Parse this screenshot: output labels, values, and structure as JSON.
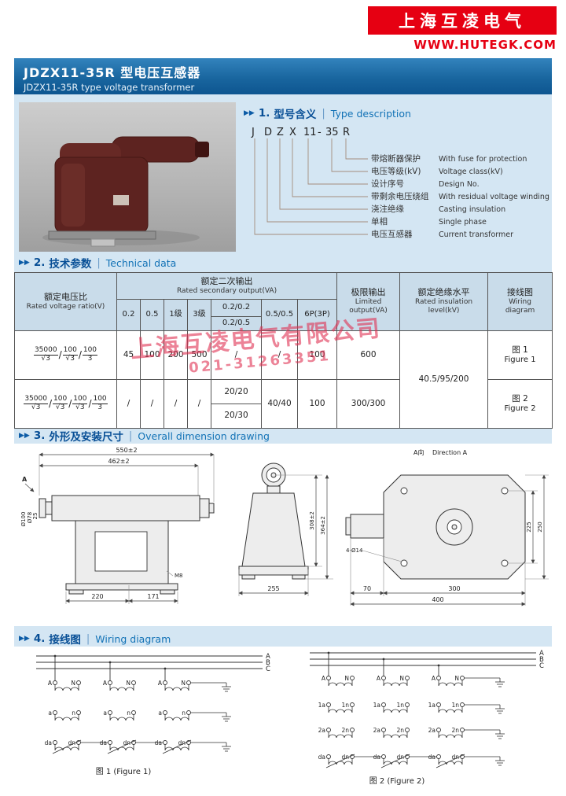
{
  "symbols": {
    "pipe": "|",
    "slash": "/",
    "section_marker": "▶▶"
  },
  "header": {
    "logo": "上海互凌电气",
    "website": "WWW.HUTEGK.COM"
  },
  "titlebar": {
    "zh": "JDZX11-35R 型电压互感器",
    "en": "JDZX11-35R type voltage transformer"
  },
  "watermark": {
    "line1": "上海互凌电气有限公司",
    "line2": "021-31263351"
  },
  "section1": {
    "num": "1.",
    "zh": "型号含义",
    "en": "Type description",
    "model": {
      "j": "J",
      "d": "D",
      "z": "Z",
      "x": "X",
      "n11": "11",
      "dash": "-",
      "n35": "35",
      "r": "R"
    },
    "items": [
      {
        "zh": "带熔断器保护",
        "en": "With fuse for protection"
      },
      {
        "zh": "电压等级(kV)",
        "en": "Voltage class(kV)"
      },
      {
        "zh": "设计序号",
        "en": "Design No."
      },
      {
        "zh": "带剩余电压绕组",
        "en": "With residual voltage winding"
      },
      {
        "zh": "浇注绝缘",
        "en": "Casting insulation"
      },
      {
        "zh": "单相",
        "en": "Single phase"
      },
      {
        "zh": "电压互感器",
        "en": "Current transformer"
      }
    ]
  },
  "section2": {
    "num": "2.",
    "zh": "技术参数",
    "en": "Technical data",
    "table": {
      "ratio_header": {
        "zh": "额定电压比",
        "en": "Rated voltage ratio(V)"
      },
      "secondary_header": {
        "zh": "额定二次输出",
        "en": "Rated secondary output(VA)"
      },
      "class_cols": [
        "0.2",
        "0.5",
        "1级",
        "3级"
      ],
      "split_col": {
        "top": "0.2/0.2",
        "bottom": "0.2/0.5"
      },
      "col_0505": "0.5/0.5",
      "col_6p": "6P(3P)",
      "limited_header": {
        "zh": "极限输出",
        "en1": "Limited",
        "en2": "output(VA)"
      },
      "insulation_header": {
        "zh": "额定绝缘水平",
        "en1": "Rated insulation",
        "en2": "level(kV)"
      },
      "wiring_header": {
        "zh": "接线图",
        "en1": "Wiring",
        "en2": "diagram"
      },
      "row1": {
        "ratio": [
          {
            "n": "35000",
            "d": "√3"
          },
          {
            "n": "100",
            "d": "√3"
          },
          {
            "n": "100",
            "d": "3"
          }
        ],
        "v02": "45",
        "v05": "100",
        "v1": "200",
        "v3": "500",
        "vsplit": "/",
        "v0505": "/",
        "v6p": "100",
        "limited": "600",
        "wiring_zh": "图 1",
        "wiring_en": "Figure 1"
      },
      "row2": {
        "ratio": [
          {
            "n": "35000",
            "d": "√3"
          },
          {
            "n": "100",
            "d": "√3"
          },
          {
            "n": "100",
            "d": "√3"
          },
          {
            "n": "100",
            "d": "3"
          }
        ],
        "v02": "/",
        "v05": "/",
        "v1": "/",
        "v3": "/",
        "vsplit_top": "20/20",
        "vsplit_bottom": "20/30",
        "v0505": "40/40",
        "v6p": "100",
        "limited": "300/300",
        "wiring_zh": "图 2",
        "wiring_en": "Figure 2"
      },
      "insulation_value": "40.5/95/200"
    }
  },
  "section3": {
    "num": "3.",
    "zh": "外形及安装尺寸",
    "en": "Overall dimension drawing",
    "side_view": {
      "dim_overall": "550±2",
      "dim_inner": "462±2",
      "dim_d100": "Ø100",
      "dim_d78": "Ø78",
      "dim_25": "25",
      "bolt": "M8",
      "dim_220": "220",
      "dim_171": "171",
      "view_label": "A"
    },
    "front_view": {
      "dim_308": "308±2",
      "dim_364": "364±2",
      "dim_255": "255"
    },
    "top_view": {
      "label_zh": "A向",
      "label_en": "Direction A",
      "dim_225": "225",
      "dim_250": "250",
      "dim_70": "70",
      "dim_300": "300",
      "dim_400": "400",
      "holes": "4-Ø14"
    }
  },
  "section4": {
    "num": "4.",
    "zh": "接线图",
    "en": "Wiring diagram",
    "phases": [
      "A",
      "B",
      "C"
    ],
    "fig1": {
      "caption": "图 1 (Figure 1)",
      "t_primary": [
        "A",
        "N"
      ],
      "t_secondary": [
        "a",
        "n"
      ],
      "t_residual": [
        "da",
        "dn"
      ]
    },
    "fig2": {
      "caption": "图 2 (Figure 2)",
      "t_primary": [
        "A",
        "N"
      ],
      "t_sec1": [
        "1a",
        "1n"
      ],
      "t_sec2": [
        "2a",
        "2n"
      ],
      "t_residual": [
        "da",
        "dn"
      ]
    }
  }
}
